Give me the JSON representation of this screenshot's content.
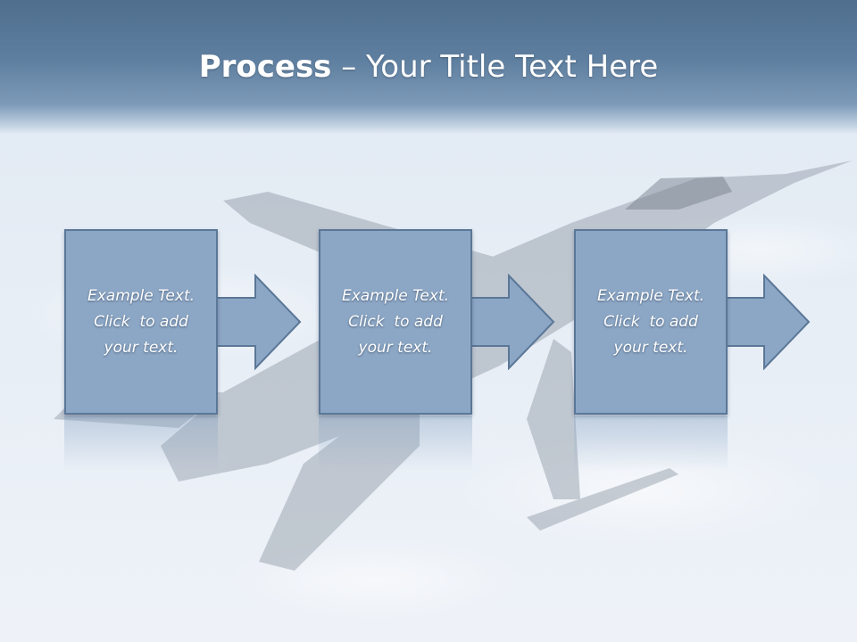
{
  "slide": {
    "title_bold": "Process",
    "title_rest": " – Your Title Text Here",
    "steps": [
      {
        "lines": [
          "Example Text.",
          "Click  to add",
          "your text."
        ]
      },
      {
        "lines": [
          "Example Text.",
          "Click  to add",
          "your text."
        ]
      },
      {
        "lines": [
          "Example Text.",
          "Click  to add",
          "your text."
        ]
      }
    ]
  },
  "icons": {
    "arrow": "right-arrow-icon",
    "background": "fighter-jet-image"
  },
  "colors": {
    "header": "#5f7fa0",
    "box_fill": "#8ca7c5",
    "box_border": "#5b7797",
    "text": "#ffffff"
  }
}
